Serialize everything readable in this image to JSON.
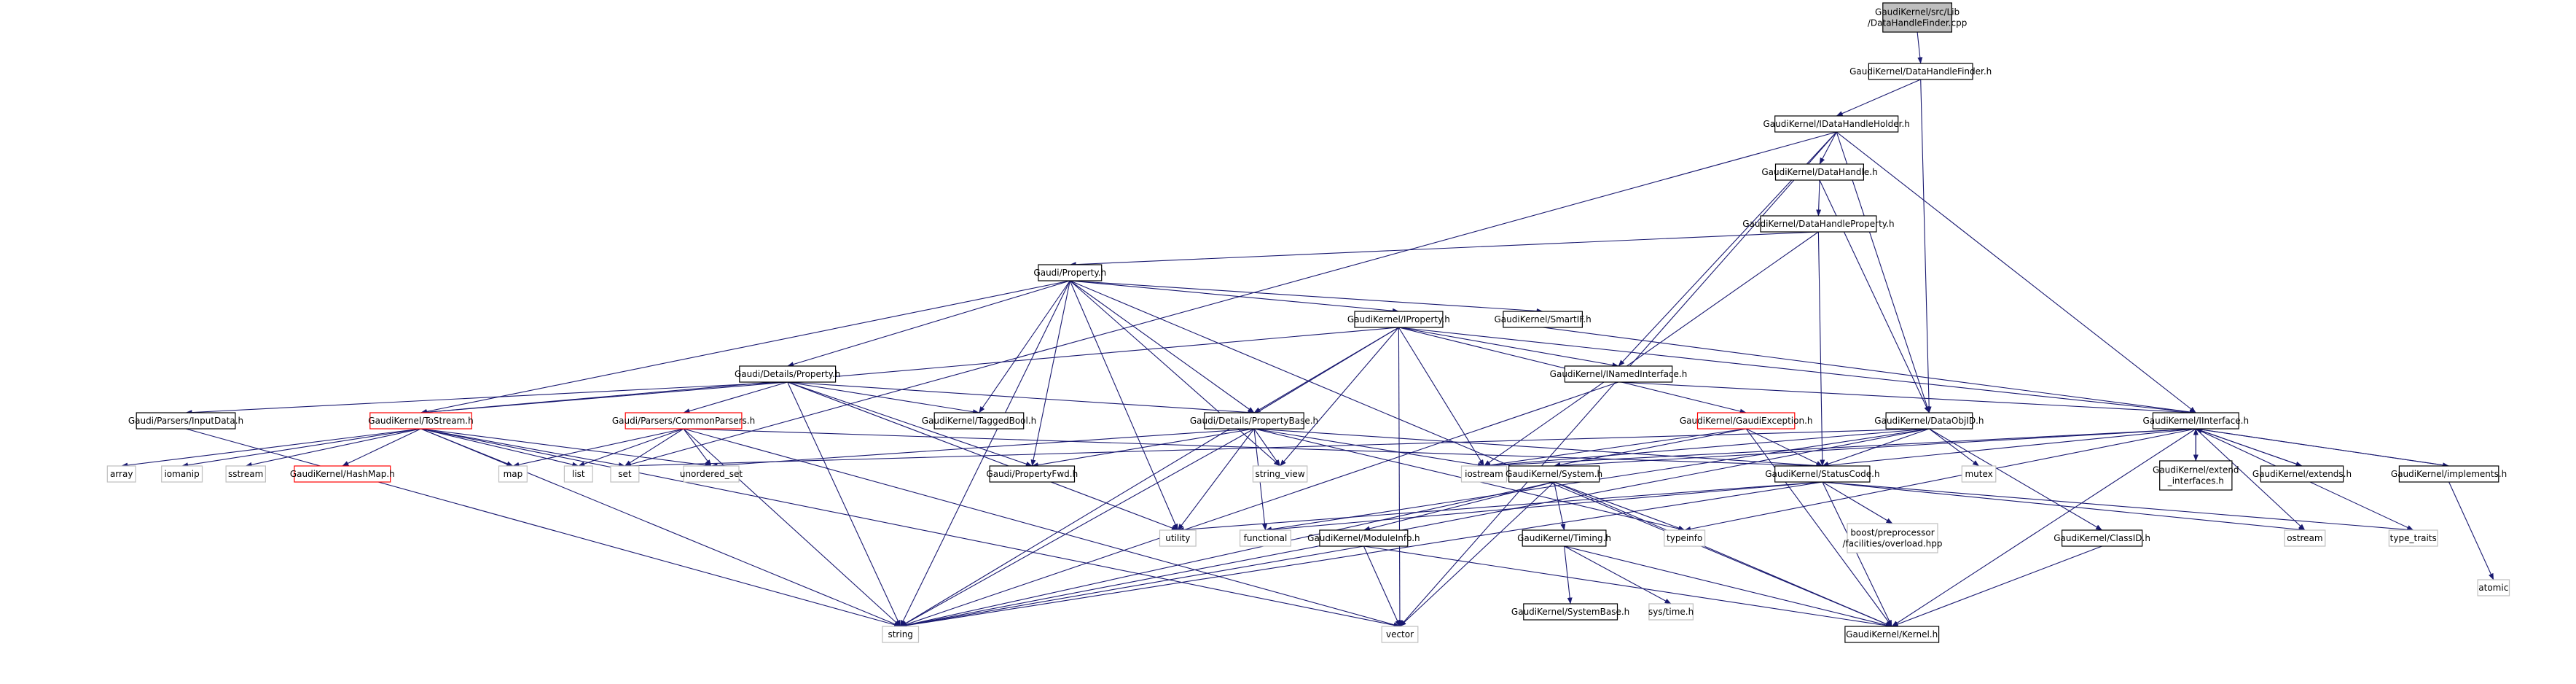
{
  "palette": {
    "edge": "#191970",
    "node_border": "#000000",
    "external_border": "#bfbfbf",
    "truncated_border": "#ff0000",
    "root_fill": "#bfbfbf",
    "node_fill": "#ffffff",
    "text": "#000000",
    "external_text": "#404040"
  },
  "nodes": [
    {
      "id": "root",
      "lines": [
        "GaudiKernel/src/Lib",
        "/DataHandleFinder.cpp"
      ],
      "kind": "root"
    },
    {
      "id": "dhf",
      "lines": [
        "GaudiKernel/DataHandleFinder.h"
      ],
      "kind": "normal"
    },
    {
      "id": "idhh",
      "lines": [
        "GaudiKernel/IDataHandleHolder.h"
      ],
      "kind": "normal"
    },
    {
      "id": "dh",
      "lines": [
        "GaudiKernel/DataHandle.h"
      ],
      "kind": "normal"
    },
    {
      "id": "dhp",
      "lines": [
        "GaudiKernel/DataHandleProperty.h"
      ],
      "kind": "normal"
    },
    {
      "id": "gprop",
      "lines": [
        "Gaudi/Property.h"
      ],
      "kind": "normal"
    },
    {
      "id": "iprop",
      "lines": [
        "GaudiKernel/IProperty.h"
      ],
      "kind": "normal"
    },
    {
      "id": "smartif",
      "lines": [
        "GaudiKernel/SmartIF.h"
      ],
      "kind": "normal"
    },
    {
      "id": "detprop",
      "lines": [
        "Gaudi/Details/Property.h"
      ],
      "kind": "normal"
    },
    {
      "id": "inamed",
      "lines": [
        "GaudiKernel/INamedInterface.h"
      ],
      "kind": "normal"
    },
    {
      "id": "inputdata",
      "lines": [
        "Gaudi/Parsers/InputData.h"
      ],
      "kind": "normal"
    },
    {
      "id": "tostream",
      "lines": [
        "GaudiKernel/ToStream.h"
      ],
      "kind": "truncated"
    },
    {
      "id": "commonparsers",
      "lines": [
        "Gaudi/Parsers/CommonParsers.h"
      ],
      "kind": "truncated"
    },
    {
      "id": "taggedbool",
      "lines": [
        "GaudiKernel/TaggedBool.h"
      ],
      "kind": "normal"
    },
    {
      "id": "propbase",
      "lines": [
        "Gaudi/Details/PropertyBase.h"
      ],
      "kind": "normal"
    },
    {
      "id": "gexception",
      "lines": [
        "GaudiKernel/GaudiException.h"
      ],
      "kind": "truncated"
    },
    {
      "id": "dataobjid",
      "lines": [
        "GaudiKernel/DataObjID.h"
      ],
      "kind": "normal"
    },
    {
      "id": "iinterface",
      "lines": [
        "GaudiKernel/IInterface.h"
      ],
      "kind": "normal"
    },
    {
      "id": "array",
      "lines": [
        "array"
      ],
      "kind": "external"
    },
    {
      "id": "iomanip",
      "lines": [
        "iomanip"
      ],
      "kind": "external"
    },
    {
      "id": "sstream",
      "lines": [
        "sstream"
      ],
      "kind": "external"
    },
    {
      "id": "hashmap",
      "lines": [
        "GaudiKernel/HashMap.h"
      ],
      "kind": "truncated"
    },
    {
      "id": "map",
      "lines": [
        "map"
      ],
      "kind": "external"
    },
    {
      "id": "list",
      "lines": [
        "list"
      ],
      "kind": "external"
    },
    {
      "id": "set",
      "lines": [
        "set"
      ],
      "kind": "external"
    },
    {
      "id": "unordered_set",
      "lines": [
        "unordered_set"
      ],
      "kind": "external"
    },
    {
      "id": "propfwd",
      "lines": [
        "Gaudi/PropertyFwd.h"
      ],
      "kind": "normal"
    },
    {
      "id": "string_view",
      "lines": [
        "string_view"
      ],
      "kind": "external"
    },
    {
      "id": "iostream",
      "lines": [
        "iostream"
      ],
      "kind": "external"
    },
    {
      "id": "system",
      "lines": [
        "GaudiKernel/System.h"
      ],
      "kind": "normal"
    },
    {
      "id": "statuscode",
      "lines": [
        "GaudiKernel/StatusCode.h"
      ],
      "kind": "normal"
    },
    {
      "id": "mutex",
      "lines": [
        "mutex"
      ],
      "kind": "external"
    },
    {
      "id": "extend_interfaces",
      "lines": [
        "GaudiKernel/extend",
        "_interfaces.h"
      ],
      "kind": "normal"
    },
    {
      "id": "extends",
      "lines": [
        "GaudiKernel/extends.h"
      ],
      "kind": "normal"
    },
    {
      "id": "implements",
      "lines": [
        "GaudiKernel/implements.h"
      ],
      "kind": "normal"
    },
    {
      "id": "utility",
      "lines": [
        "utility"
      ],
      "kind": "external"
    },
    {
      "id": "functional",
      "lines": [
        "functional"
      ],
      "kind": "external"
    },
    {
      "id": "moduleinfo",
      "lines": [
        "GaudiKernel/ModuleInfo.h"
      ],
      "kind": "normal"
    },
    {
      "id": "timing",
      "lines": [
        "GaudiKernel/Timing.h"
      ],
      "kind": "normal"
    },
    {
      "id": "typeinfo",
      "lines": [
        "typeinfo"
      ],
      "kind": "external"
    },
    {
      "id": "boostpp",
      "lines": [
        "boost/preprocessor",
        "/facilities/overload.hpp"
      ],
      "kind": "external"
    },
    {
      "id": "classid",
      "lines": [
        "GaudiKernel/ClassID.h"
      ],
      "kind": "normal"
    },
    {
      "id": "ostream",
      "lines": [
        "ostream"
      ],
      "kind": "external"
    },
    {
      "id": "type_traits",
      "lines": [
        "type_traits"
      ],
      "kind": "external"
    },
    {
      "id": "atomic",
      "lines": [
        "atomic"
      ],
      "kind": "external"
    },
    {
      "id": "string",
      "lines": [
        "string"
      ],
      "kind": "external"
    },
    {
      "id": "vector",
      "lines": [
        "vector"
      ],
      "kind": "external"
    },
    {
      "id": "systembase",
      "lines": [
        "GaudiKernel/SystemBase.h"
      ],
      "kind": "normal"
    },
    {
      "id": "systime",
      "lines": [
        "sys/time.h"
      ],
      "kind": "external"
    },
    {
      "id": "kernel",
      "lines": [
        "GaudiKernel/Kernel.h"
      ],
      "kind": "normal"
    }
  ],
  "edges": [
    [
      "root",
      "dhf"
    ],
    [
      "dhf",
      "idhh"
    ],
    [
      "dhf",
      "dataobjid"
    ],
    [
      "idhh",
      "dh"
    ],
    [
      "idhh",
      "inamed"
    ],
    [
      "idhh",
      "dataobjid"
    ],
    [
      "idhh",
      "iinterface"
    ],
    [
      "idhh",
      "set"
    ],
    [
      "idhh",
      "vector"
    ],
    [
      "dh",
      "dhp"
    ],
    [
      "dh",
      "dataobjid"
    ],
    [
      "dhp",
      "gprop"
    ],
    [
      "dhp",
      "statuscode"
    ],
    [
      "dhp",
      "iostream"
    ],
    [
      "gprop",
      "iprop"
    ],
    [
      "gprop",
      "smartif"
    ],
    [
      "gprop",
      "detprop"
    ],
    [
      "gprop",
      "propbase"
    ],
    [
      "gprop",
      "tostream"
    ],
    [
      "gprop",
      "taggedbool"
    ],
    [
      "gprop",
      "propfwd"
    ],
    [
      "gprop",
      "string_view"
    ],
    [
      "gprop",
      "utility"
    ],
    [
      "gprop",
      "string"
    ],
    [
      "gprop",
      "kernel"
    ],
    [
      "iprop",
      "inamed"
    ],
    [
      "iprop",
      "iinterface"
    ],
    [
      "iprop",
      "propbase"
    ],
    [
      "iprop",
      "gexception"
    ],
    [
      "iprop",
      "tostream"
    ],
    [
      "iprop",
      "string"
    ],
    [
      "iprop",
      "string_view"
    ],
    [
      "iprop",
      "iostream"
    ],
    [
      "iprop",
      "vector"
    ],
    [
      "smartif",
      "iinterface"
    ],
    [
      "inamed",
      "iinterface"
    ],
    [
      "inamed",
      "string"
    ],
    [
      "detprop",
      "inputdata"
    ],
    [
      "detprop",
      "tostream"
    ],
    [
      "detprop",
      "commonparsers"
    ],
    [
      "detprop",
      "taggedbool"
    ],
    [
      "detprop",
      "propbase"
    ],
    [
      "detprop",
      "propfwd"
    ],
    [
      "detprop",
      "utility"
    ],
    [
      "detprop",
      "string"
    ],
    [
      "inputdata",
      "string"
    ],
    [
      "tostream",
      "array"
    ],
    [
      "tostream",
      "iomanip"
    ],
    [
      "tostream",
      "sstream"
    ],
    [
      "tostream",
      "hashmap"
    ],
    [
      "tostream",
      "map"
    ],
    [
      "tostream",
      "list"
    ],
    [
      "tostream",
      "set"
    ],
    [
      "tostream",
      "unordered_set"
    ],
    [
      "tostream",
      "string"
    ],
    [
      "tostream",
      "vector"
    ],
    [
      "commonparsers",
      "statuscode"
    ],
    [
      "commonparsers",
      "map"
    ],
    [
      "commonparsers",
      "list"
    ],
    [
      "commonparsers",
      "set"
    ],
    [
      "commonparsers",
      "unordered_set"
    ],
    [
      "commonparsers",
      "string"
    ],
    [
      "commonparsers",
      "vector"
    ],
    [
      "propbase",
      "propfwd"
    ],
    [
      "propbase",
      "statuscode"
    ],
    [
      "propbase",
      "string_view"
    ],
    [
      "propbase",
      "iostream"
    ],
    [
      "propbase",
      "functional"
    ],
    [
      "propbase",
      "utility"
    ],
    [
      "propbase",
      "string"
    ],
    [
      "propbase",
      "typeinfo"
    ],
    [
      "propbase",
      "unordered_set"
    ],
    [
      "gexception",
      "system"
    ],
    [
      "gexception",
      "statuscode"
    ],
    [
      "gexception",
      "kernel"
    ],
    [
      "gexception",
      "iostream"
    ],
    [
      "dataobjid",
      "statuscode"
    ],
    [
      "dataobjid",
      "classid"
    ],
    [
      "dataobjid",
      "mutex"
    ],
    [
      "dataobjid",
      "iostream"
    ],
    [
      "dataobjid",
      "set"
    ],
    [
      "dataobjid",
      "string"
    ],
    [
      "dataobjid",
      "functional"
    ],
    [
      "iinterface",
      "statuscode"
    ],
    [
      "iinterface",
      "system"
    ],
    [
      "iinterface",
      "extend_interfaces"
    ],
    [
      "iinterface",
      "extends"
    ],
    [
      "iinterface",
      "implements"
    ],
    [
      "iinterface",
      "kernel"
    ],
    [
      "iinterface",
      "ostream"
    ],
    [
      "iinterface",
      "type_traits"
    ],
    [
      "iinterface",
      "typeinfo"
    ],
    [
      "iinterface",
      "iostream"
    ],
    [
      "extend_interfaces",
      "iinterface"
    ],
    [
      "extends",
      "iinterface"
    ],
    [
      "implements",
      "iinterface"
    ],
    [
      "implements",
      "atomic"
    ],
    [
      "system",
      "moduleinfo"
    ],
    [
      "system",
      "timing"
    ],
    [
      "system",
      "kernel"
    ],
    [
      "system",
      "typeinfo"
    ],
    [
      "system",
      "string"
    ],
    [
      "system",
      "vector"
    ],
    [
      "statuscode",
      "boostpp"
    ],
    [
      "statuscode",
      "kernel"
    ],
    [
      "statuscode",
      "ostream"
    ],
    [
      "statuscode",
      "utility"
    ],
    [
      "statuscode",
      "functional"
    ],
    [
      "statuscode",
      "string"
    ],
    [
      "statuscode",
      "type_traits"
    ],
    [
      "moduleinfo",
      "kernel"
    ],
    [
      "moduleinfo",
      "string"
    ],
    [
      "moduleinfo",
      "vector"
    ],
    [
      "timing",
      "systembase"
    ],
    [
      "timing",
      "systime"
    ],
    [
      "timing",
      "kernel"
    ],
    [
      "classid",
      "kernel"
    ]
  ]
}
